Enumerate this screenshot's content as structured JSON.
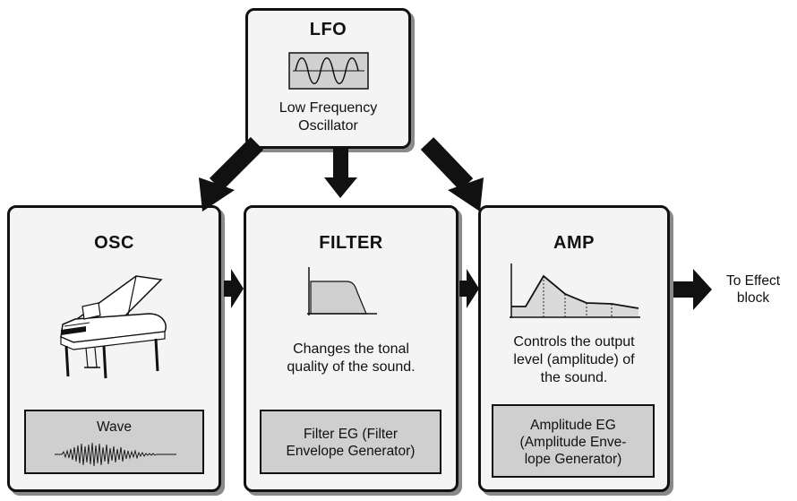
{
  "lfo": {
    "title": "LFO",
    "description_line1": "Low Frequency",
    "description_line2": "Oscillator",
    "icon": "sine-wave-icon"
  },
  "osc": {
    "title": "OSC",
    "icon": "grand-piano-icon",
    "sub_label": "Wave",
    "sub_icon": "waveform-icon"
  },
  "filter": {
    "title": "FILTER",
    "icon": "lowpass-filter-icon",
    "description_line1": "Changes the tonal",
    "description_line2": "quality of the sound.",
    "sub_line1": "Filter EG (Filter",
    "sub_line2": "Envelope Generator)"
  },
  "amp": {
    "title": "AMP",
    "icon": "amplitude-envelope-icon",
    "description_line1": "Controls the output",
    "description_line2": "level (amplitude) of",
    "description_line3": "the sound.",
    "sub_line1": "Amplitude EG",
    "sub_line2": "(Amplitude Enve-",
    "sub_line3": "lope Generator)"
  },
  "output": {
    "line1": "To Effect",
    "line2": "block"
  }
}
